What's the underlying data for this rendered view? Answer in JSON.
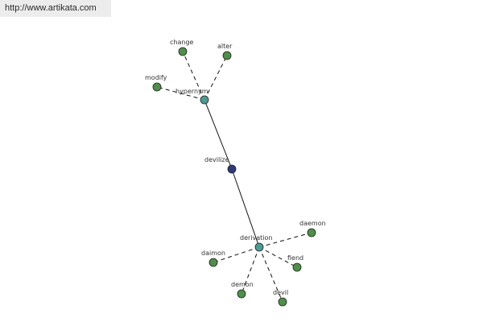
{
  "site_url": "http://www.artikata.com",
  "colors": {
    "leaf_node": "#4f8f4a",
    "hub_node": "#4d9a93",
    "center_node": "#2e3a78",
    "node_stroke": "#222222",
    "edge": "#111111"
  },
  "nodes": [
    {
      "id": "devilize",
      "label": "devilize",
      "kind": "center"
    },
    {
      "id": "hypernym",
      "label": "hypernym",
      "kind": "hub"
    },
    {
      "id": "derivation",
      "label": "derivation",
      "kind": "hub"
    },
    {
      "id": "change",
      "label": "change",
      "kind": "leaf"
    },
    {
      "id": "alter",
      "label": "alter",
      "kind": "leaf"
    },
    {
      "id": "modify",
      "label": "modify",
      "kind": "leaf"
    },
    {
      "id": "daemon",
      "label": "daemon",
      "kind": "leaf"
    },
    {
      "id": "daimon",
      "label": "daimon",
      "kind": "leaf"
    },
    {
      "id": "fiend",
      "label": "fiend",
      "kind": "leaf"
    },
    {
      "id": "demon",
      "label": "demon",
      "kind": "leaf"
    },
    {
      "id": "devil",
      "label": "devil",
      "kind": "leaf"
    }
  ],
  "edges": [
    {
      "from": "devilize",
      "to": "hypernym",
      "style": "solid"
    },
    {
      "from": "devilize",
      "to": "derivation",
      "style": "solid"
    },
    {
      "from": "hypernym",
      "to": "change",
      "style": "dashed"
    },
    {
      "from": "hypernym",
      "to": "alter",
      "style": "dashed"
    },
    {
      "from": "hypernym",
      "to": "modify",
      "style": "dashed"
    },
    {
      "from": "derivation",
      "to": "daemon",
      "style": "dashed"
    },
    {
      "from": "derivation",
      "to": "daimon",
      "style": "dashed"
    },
    {
      "from": "derivation",
      "to": "fiend",
      "style": "dashed"
    },
    {
      "from": "derivation",
      "to": "demon",
      "style": "dashed"
    },
    {
      "from": "derivation",
      "to": "devil",
      "style": "dashed"
    }
  ]
}
